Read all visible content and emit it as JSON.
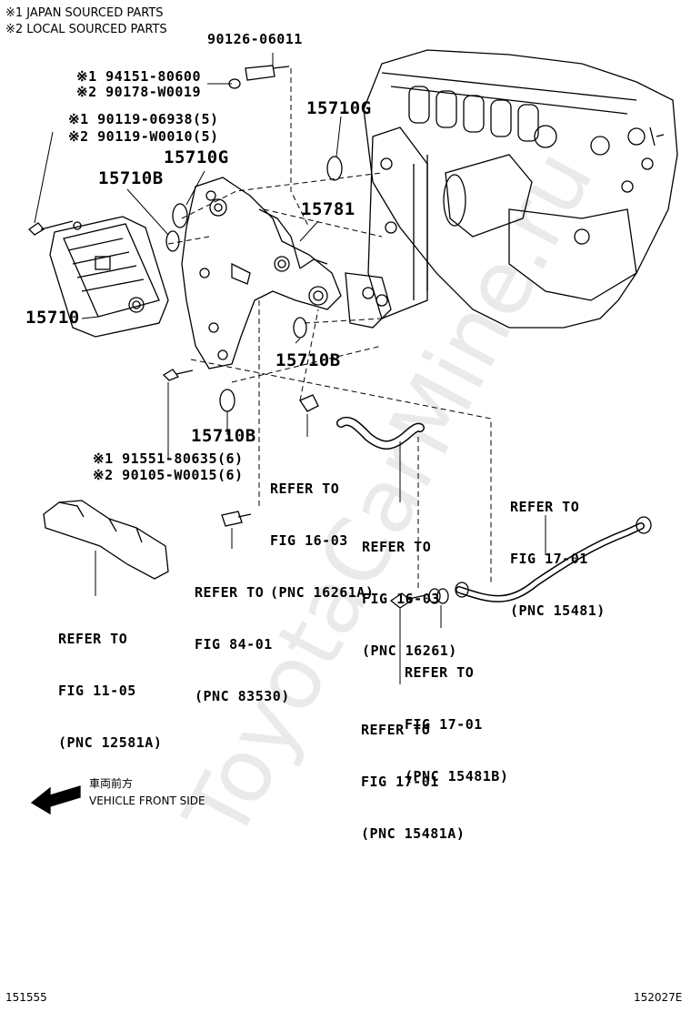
{
  "header": {
    "note1": "※1 JAPAN SOURCED PARTS",
    "note2": "※2 LOCAL SOURCED PARTS"
  },
  "parts": {
    "p90126": "90126-06011",
    "p94151": "※1 94151-80600",
    "p90178": "※2 90178-W0019",
    "p90119a": "※1 90119-06938(5)",
    "p90119b": "※2 90119-W0010(5)",
    "g15710_right": "15710G",
    "g15710_left": "15710G",
    "b15710_left": "15710B",
    "p15781": "15781",
    "p15710": "15710",
    "b15710_mid": "15710B",
    "b15710_low": "15710B",
    "p91551": "※1 91551-80635(6)",
    "p90105": "※2 90105-W0015(6)"
  },
  "refs": {
    "r16261a": [
      "REFER TO",
      "FIG 16-03",
      "(PNC 16261A)"
    ],
    "r16261": [
      "REFER TO",
      "FIG 16-03",
      "(PNC 16261)"
    ],
    "r15481": [
      "REFER TO",
      "FIG 17-01",
      "(PNC 15481)"
    ],
    "r83530": [
      "REFER TO",
      "FIG 84-01",
      "(PNC 83530)"
    ],
    "r12581a": [
      "REFER TO",
      "FIG 11-05",
      "(PNC 12581A)"
    ],
    "r15481b": [
      "REFER TO",
      "FIG 17-01",
      "(PNC 15481B)"
    ],
    "r15481a": [
      "REFER TO",
      "FIG 17-01",
      "(PNC 15481A)"
    ]
  },
  "direction": {
    "jp": "車両前方",
    "en": "VEHICLE FRONT SIDE"
  },
  "footer": {
    "left": "151555",
    "right": "152027E"
  },
  "watermark": "ToyotaCarMine.ru"
}
